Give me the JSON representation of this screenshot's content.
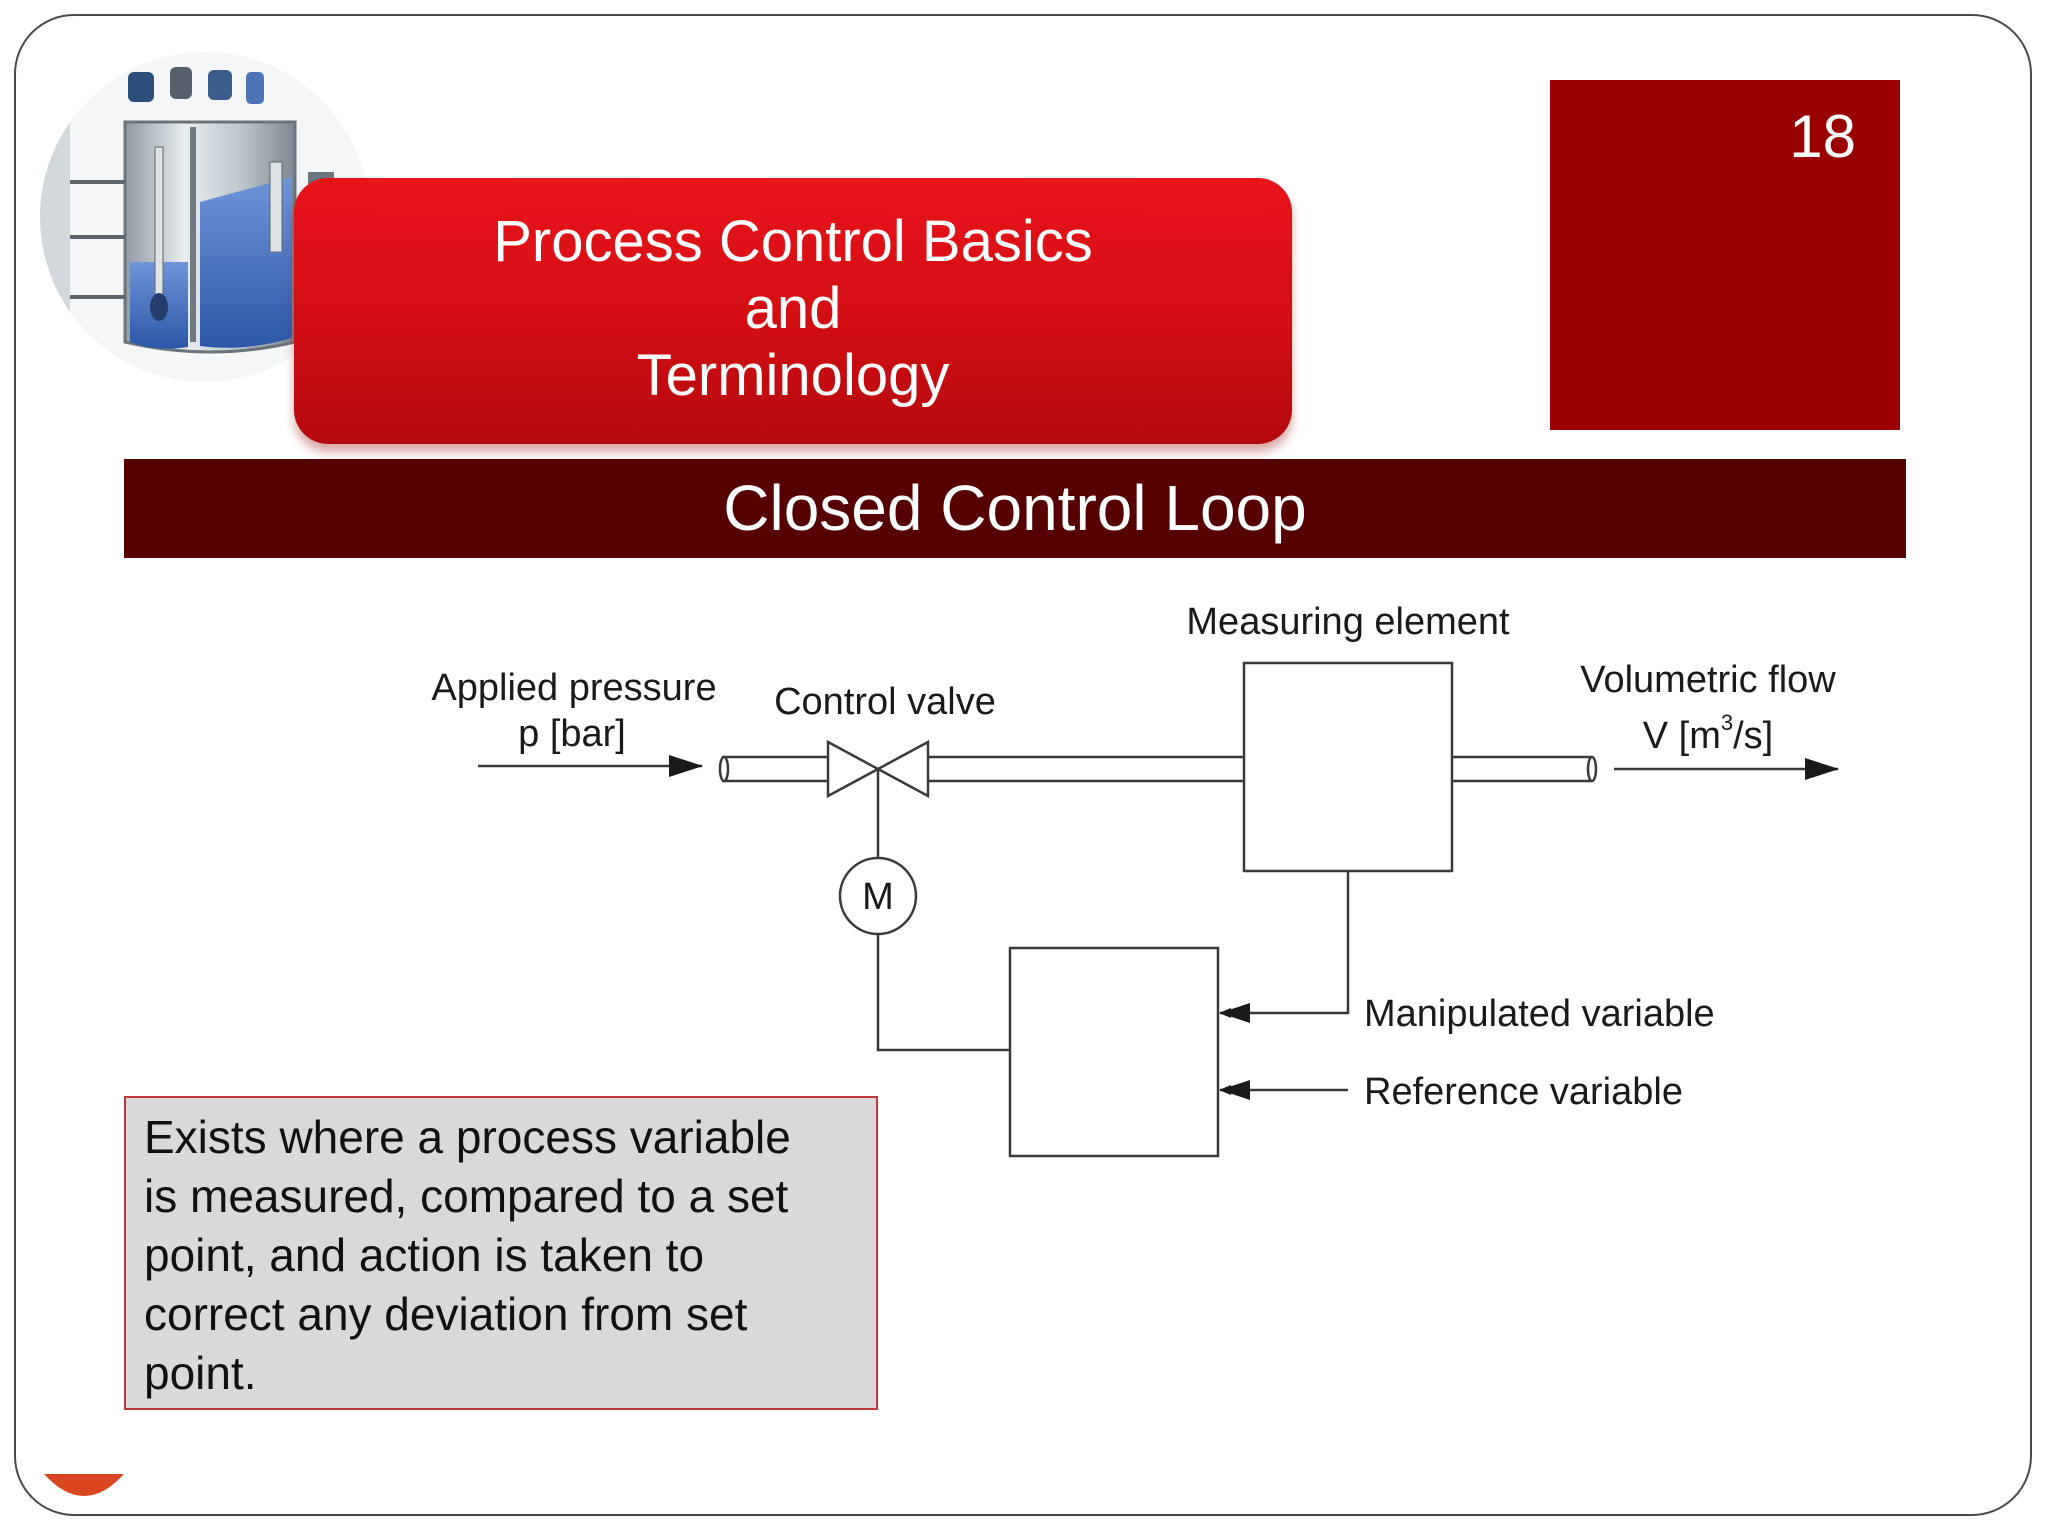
{
  "header": {
    "title_lines": [
      "Process Control Basics",
      "and",
      "Terminology"
    ],
    "slide_number": "18"
  },
  "section": {
    "title": "Closed Control Loop"
  },
  "diagram": {
    "labels": {
      "applied_pressure": "Applied pressure",
      "applied_pressure_unit": "p [bar]",
      "control_valve": "Control valve",
      "measuring_element": "Measuring element",
      "volumetric_flow": "Volumetric flow",
      "volumetric_flow_symbol": "V [m",
      "volumetric_flow_exp": "3",
      "volumetric_flow_tail": "/s]",
      "motor": "M",
      "manipulated_variable": "Manipulated variable",
      "reference_variable": "Reference variable"
    }
  },
  "definition": {
    "lines": [
      "Exists where a process variable",
      "is measured, compared to a set",
      "point, and action is taken to",
      "correct any deviation from set",
      "point."
    ]
  },
  "colors": {
    "banner_red": "#d20e12",
    "slide_number_box": "#9a0000",
    "section_bar": "#560000",
    "definition_bg": "#d9d9d9",
    "definition_border": "#c0393b",
    "accent_orange": "#d8461f"
  }
}
